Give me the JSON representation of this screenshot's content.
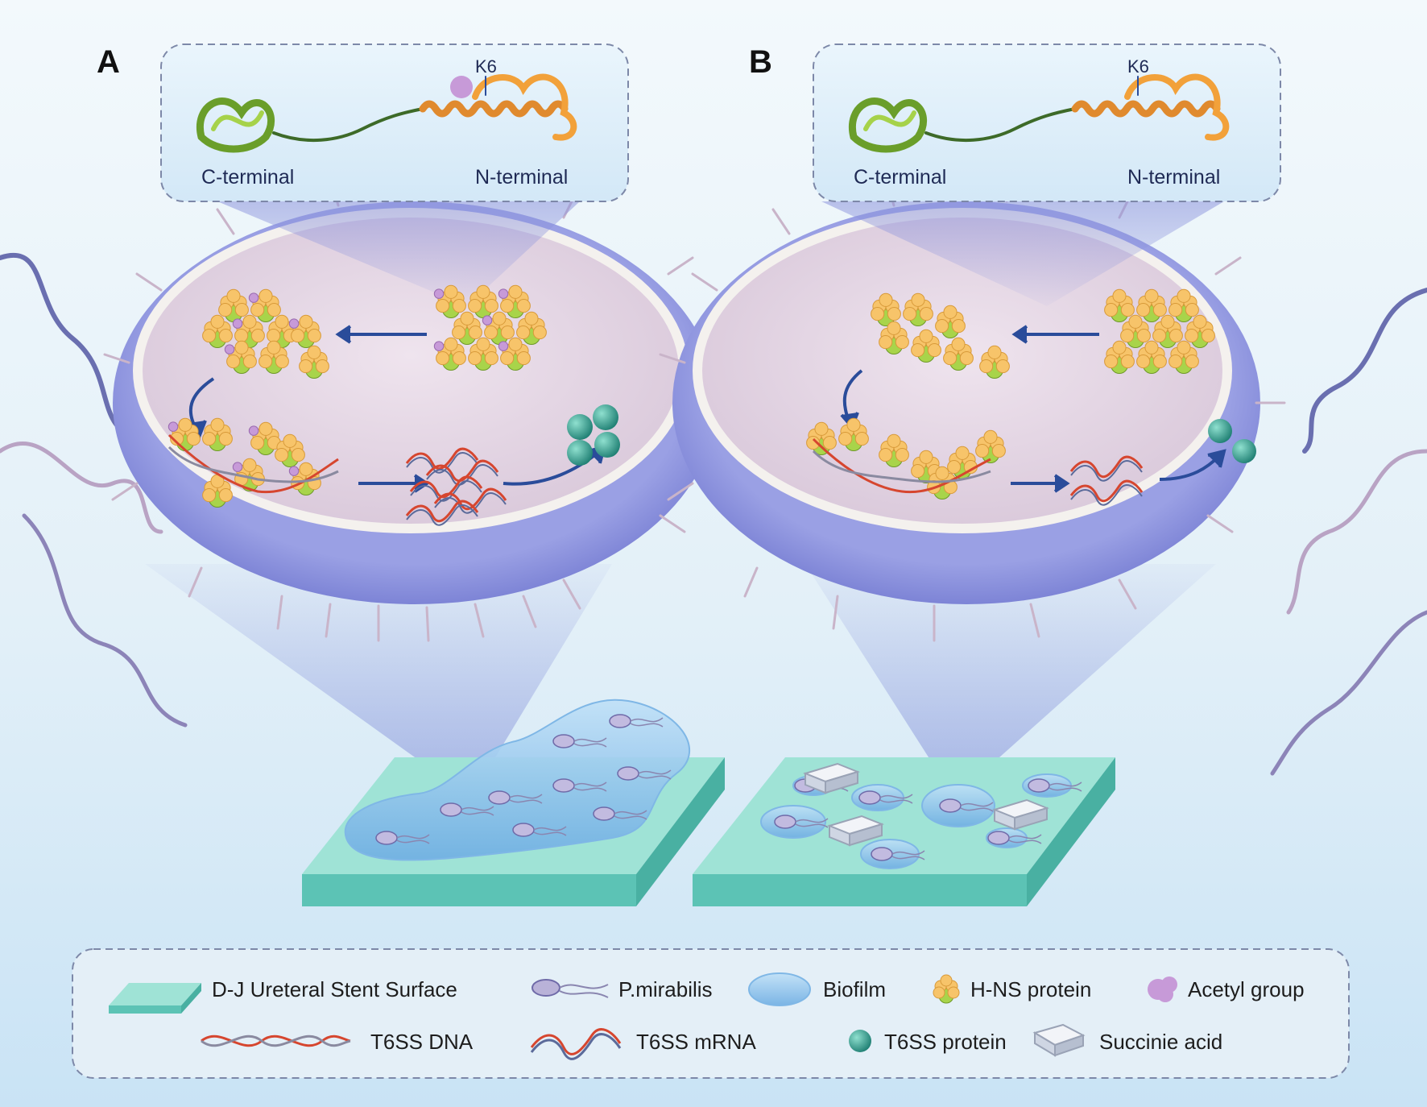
{
  "panels": [
    {
      "id": "A",
      "letter": "A",
      "inset": {
        "c_terminal": "C-terminal",
        "n_terminal": "N-terminal",
        "site": "K6",
        "acetylated": true
      }
    },
    {
      "id": "B",
      "letter": "B",
      "inset": {
        "c_terminal": "C-terminal",
        "n_terminal": "N-terminal",
        "site": "K6",
        "acetylated": false
      }
    }
  ],
  "legend": {
    "row1": [
      {
        "key": "stent",
        "label": "D-J Ureteral Stent Surface",
        "icon": "stent-slab-icon"
      },
      {
        "key": "bacterium",
        "label": "P.mirabilis",
        "icon": "bacterium-icon"
      },
      {
        "key": "biofilm",
        "label": "Biofilm",
        "icon": "biofilm-blob-icon"
      },
      {
        "key": "hns",
        "label": "H-NS protein",
        "icon": "hns-protein-icon"
      },
      {
        "key": "acetyl",
        "label": "Acetyl group",
        "icon": "acetyl-group-icon"
      }
    ],
    "row2": [
      {
        "key": "dna",
        "label": "T6SS DNA",
        "icon": "dna-helix-icon"
      },
      {
        "key": "mrna",
        "label": "T6SS mRNA",
        "icon": "mrna-icon"
      },
      {
        "key": "protein",
        "label": "T6SS protein",
        "icon": "t6ss-protein-icon"
      },
      {
        "key": "succinic",
        "label": "Succinie acid",
        "icon": "succinic-crystal-icon"
      }
    ]
  },
  "colors": {
    "background_top": "#eef6fb",
    "background_bottom": "#cfe6f6",
    "cell_wall": "#7f84d6",
    "cytoplasm": "#e6d9e6",
    "stent": "#8fdccf",
    "biofilm": "#9cc8ec",
    "hns_orange": "#f7c46a",
    "hns_green": "#a8d44a",
    "acetyl": "#c79ad8",
    "t6ss_protein": "#2f9a8c",
    "dna_red": "#d6462f",
    "arrow": "#2a4c9a"
  }
}
